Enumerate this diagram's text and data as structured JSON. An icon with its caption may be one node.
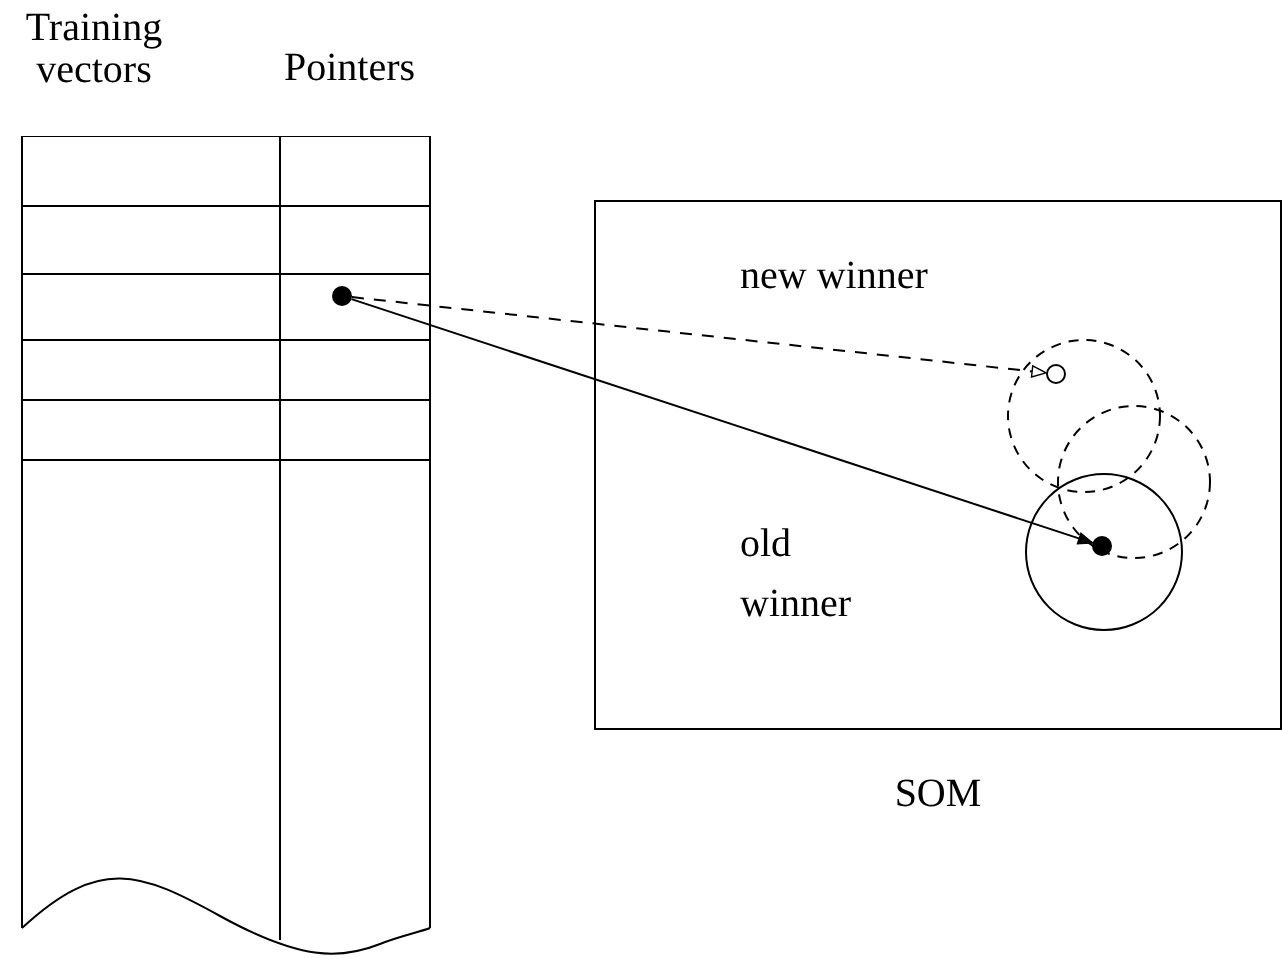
{
  "diagram": {
    "nodes": [
      {
        "text": [
          "Training vectors",
          "Pointers"
        ]
      },
      {
        "text": [],
        "shape": "circle",
        "in": 0
      },
      {
        "text": [
          "SOM"
        ]
      },
      {
        "text": [],
        "shape": "circle",
        "in": 2
      },
      {
        "text": [],
        "shape": "circle",
        "in": 2
      }
    ],
    "edges": [
      {
        "from": 1,
        "to": 3,
        "arrow": "to",
        "style": "dashed"
      },
      {
        "from": 1,
        "to": 4,
        "arrow": "to"
      }
    ],
    "labels": [
      "new winner",
      "old winner"
    ]
  }
}
